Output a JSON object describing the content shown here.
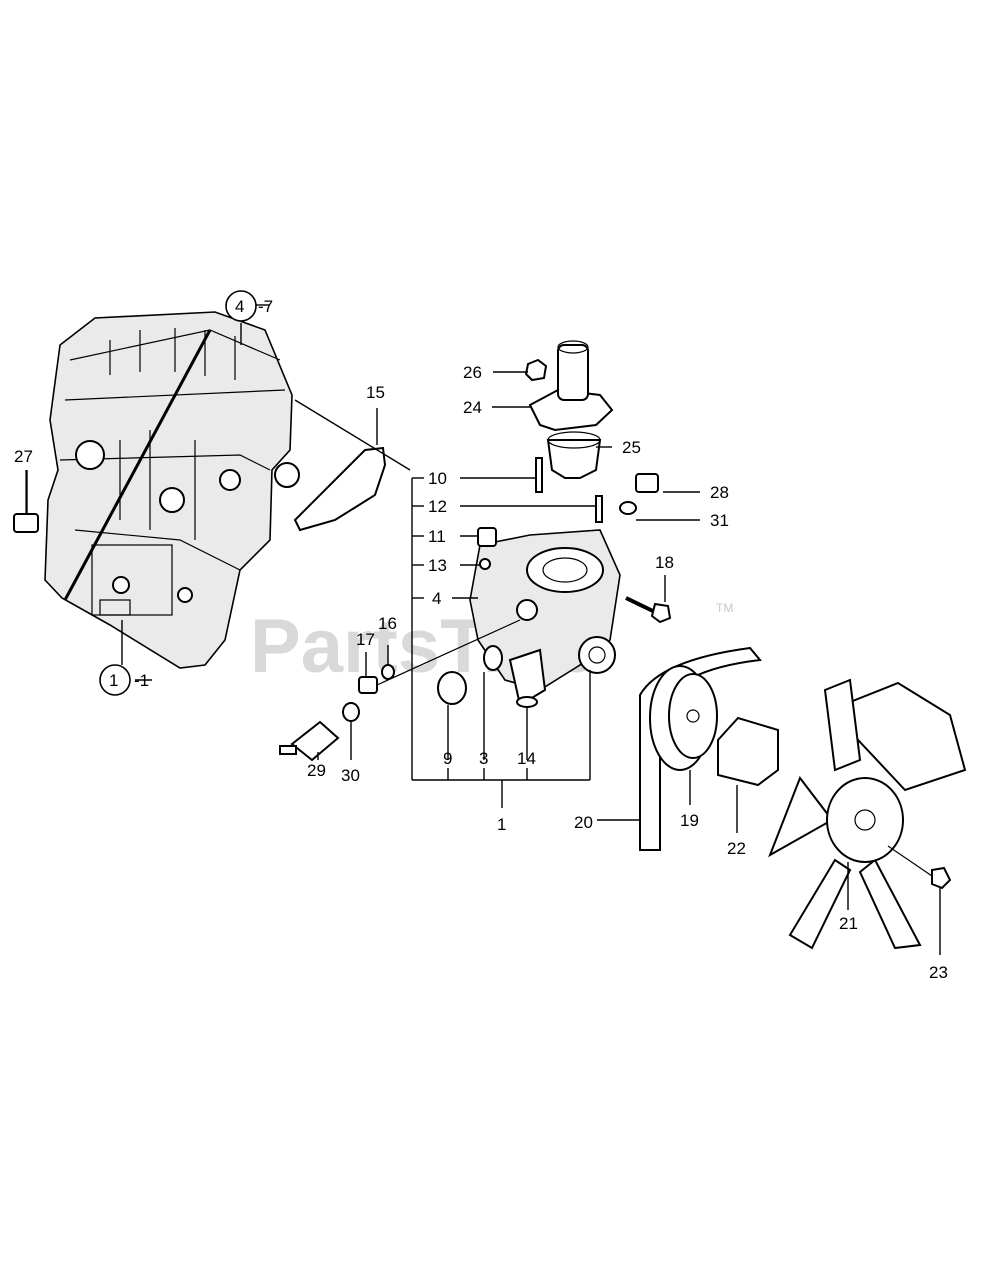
{
  "watermark": {
    "text": "PartsTree",
    "trademark": "TM"
  },
  "callouts": {
    "c1": "1",
    "c1_suffix": "-1",
    "c4": "4",
    "c4_suffix": "-7",
    "n27": "27",
    "n15": "15",
    "n26": "26",
    "n24": "24",
    "n25": "25",
    "n10": "10",
    "n12": "12",
    "n11": "11",
    "n13": "13",
    "n4": "4",
    "n28": "28",
    "n31": "31",
    "n18": "18",
    "n17": "17",
    "n16": "16",
    "n9": "9",
    "n3": "3",
    "n14": "14",
    "n1": "1",
    "n29": "29",
    "n30": "30",
    "n20": "20",
    "n19": "19",
    "n22": "22",
    "n21": "21",
    "n23": "23"
  }
}
